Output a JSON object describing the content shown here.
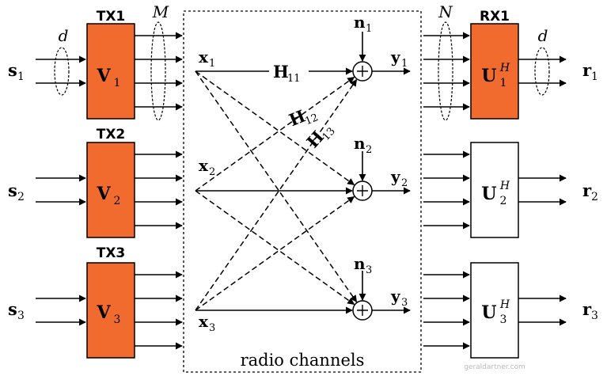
{
  "transmitters": [
    {
      "label": "TX1",
      "precoder": "V",
      "precoder_sub": "1",
      "input": "s",
      "input_sub": "1"
    },
    {
      "label": "TX2",
      "precoder": "V",
      "precoder_sub": "2",
      "input": "s",
      "input_sub": "2"
    },
    {
      "label": "TX3",
      "precoder": "V",
      "precoder_sub": "3",
      "input": "s",
      "input_sub": "3"
    }
  ],
  "receivers": [
    {
      "label": "RX1",
      "decoder": "U",
      "decoder_sub": "1",
      "decoder_sup": "H",
      "output": "r",
      "output_sub": "1"
    },
    {
      "decoder": "U",
      "decoder_sub": "2",
      "decoder_sup": "H",
      "output": "r",
      "output_sub": "2"
    },
    {
      "decoder": "U",
      "decoder_sub": "3",
      "decoder_sup": "H",
      "output": "r",
      "output_sub": "3"
    }
  ],
  "channel": {
    "box_label": "radio channels",
    "tx_signals": [
      {
        "name": "x",
        "sub": "1"
      },
      {
        "name": "x",
        "sub": "2"
      },
      {
        "name": "x",
        "sub": "3"
      }
    ],
    "rx_signals": [
      {
        "name": "y",
        "sub": "1"
      },
      {
        "name": "y",
        "sub": "2"
      },
      {
        "name": "y",
        "sub": "3"
      }
    ],
    "noise": [
      {
        "name": "n",
        "sub": "1"
      },
      {
        "name": "n",
        "sub": "2"
      },
      {
        "name": "n",
        "sub": "3"
      }
    ],
    "gains": [
      {
        "name": "H",
        "sub": "11"
      },
      {
        "name": "H",
        "sub": "12"
      },
      {
        "name": "H",
        "sub": "13"
      }
    ]
  },
  "dimension_labels": {
    "streams_tx": "d",
    "streams_rx": "d",
    "tx_antennas": "M",
    "rx_antennas": "N"
  },
  "watermark": "geraldartner.com",
  "colors": {
    "tx_fill": "#F26B2E",
    "rx1_fill": "#F26B2E",
    "rx_fill": "#FFFFFF",
    "line": "#000000",
    "watermark": "#bbbbbb"
  }
}
